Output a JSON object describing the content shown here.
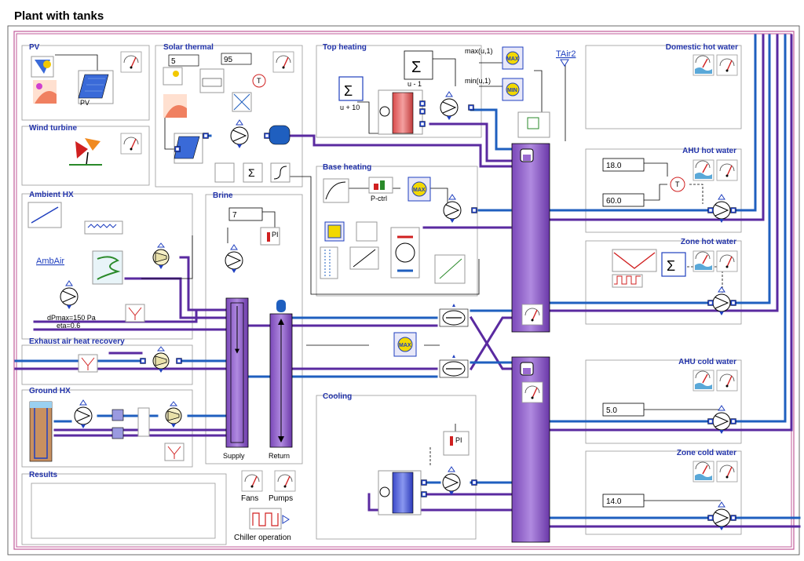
{
  "title": "Plant with tanks",
  "sections": {
    "pv": "PV",
    "solar_thermal": "Solar thermal",
    "top_heating": "Top heating",
    "domestic_hot_water": "Domestic hot water",
    "wind_turbine": "Wind turbine",
    "base_heating": "Base heating",
    "ahu_hot_water": "AHU hot water",
    "ambient_hx": "Ambient HX",
    "brine": "Brine",
    "zone_hot_water": "Zone hot water",
    "exhaust_air_heat_recovery": "Exhaust air heat recovery",
    "ground_hx": "Ground HX",
    "ahu_cold_water": "AHU cold water",
    "cooling": "Cooling",
    "zone_cold_water": "Zone cold water",
    "results": "Results"
  },
  "blocks": {
    "pv_label": "PV",
    "solar_const_a": "5",
    "solar_const_b": "95",
    "top_sum_caption": "u + 10",
    "top_sum2_caption": "u - 1",
    "max_label": "max(u,1)",
    "min_label": "min(u,1)",
    "max_block": "MAX",
    "min_block": "MIN",
    "tair_link": "TAir2",
    "pctrl": "P-ctrl",
    "brine_const": "7",
    "ambair_link": "AmbAir",
    "fan_params_1": "dPmax=150 Pa",
    "fan_params_2": "eta=0.6",
    "supply": "Supply",
    "return": "Return",
    "ahu_hot_const_1": "18.0",
    "ahu_hot_const_2": "60.0",
    "ahu_cold_const": "5.0",
    "zone_cold_const": "14.0",
    "fans": "Fans",
    "pumps": "Pumps",
    "chiller_operation": "Chiller operation",
    "pi": "PI",
    "t_sensor": "T",
    "sigma": "Σ"
  },
  "colors": {
    "section_title": "#2233aa",
    "pipe_blue": "#1f5fbf",
    "pipe_purple": "#5a2aa0",
    "tank_purple": "#9a6ad0",
    "outer_frame": "#c05a9a"
  }
}
